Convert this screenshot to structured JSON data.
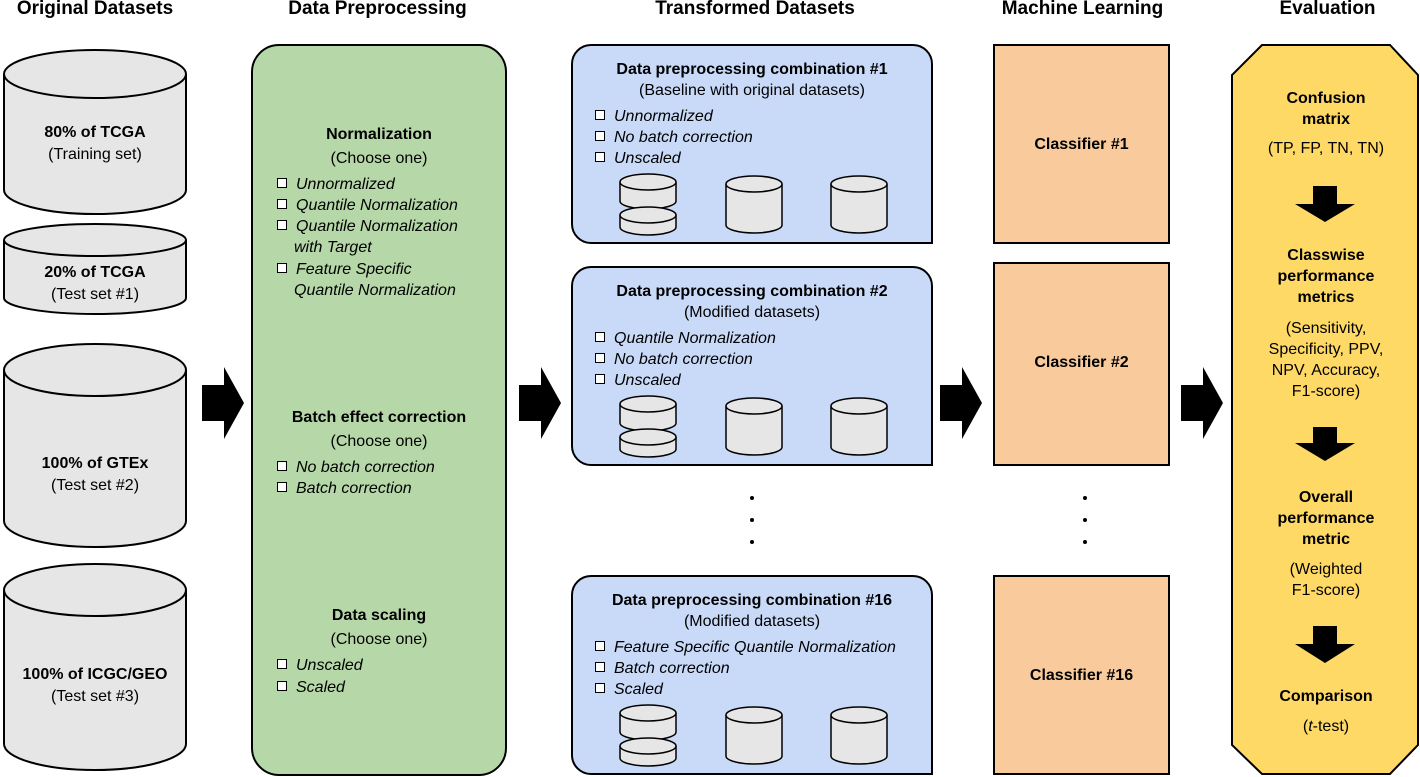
{
  "headers": {
    "original": "Original Datasets",
    "preprocessing": "Data Preprocessing",
    "transformed": "Transformed Datasets",
    "ml": "Machine Learning",
    "evaluation": "Evaluation"
  },
  "datasets": [
    {
      "name": "80% of TCGA",
      "desc": "(Training set)"
    },
    {
      "name": "20% of TCGA",
      "desc": "(Test set #1)"
    },
    {
      "name": "100% of GTEx",
      "desc": "(Test set #2)"
    },
    {
      "name": "100% of ICGC/GEO",
      "desc": "(Test set #3)"
    }
  ],
  "preprocessing": {
    "normalization": {
      "title": "Normalization",
      "choose": "(Choose one)",
      "options": [
        "Unnormalized",
        "Quantile Normalization",
        "Quantile Normalization",
        "with Target",
        "Feature Specific",
        "Quantile Normalization"
      ]
    },
    "batch": {
      "title": "Batch effect correction",
      "choose": "(Choose one)",
      "options": [
        "No batch correction",
        "Batch correction"
      ]
    },
    "scaling": {
      "title": "Data scaling",
      "choose": "(Choose one)",
      "options": [
        "Unscaled",
        "Scaled"
      ]
    }
  },
  "combinations": [
    {
      "title": "Data preprocessing combination #1",
      "subtitle": "(Baseline with original datasets)",
      "options": [
        "Unnormalized",
        "No batch correction",
        "Unscaled"
      ]
    },
    {
      "title": "Data preprocessing combination #2",
      "subtitle": "(Modified datasets)",
      "options": [
        "Quantile Normalization",
        "No batch correction",
        "Unscaled"
      ]
    },
    {
      "title": "Data preprocessing combination #16",
      "subtitle": "(Modified datasets)",
      "options": [
        "Feature Specific Quantile Normalization",
        "Batch correction",
        "Scaled"
      ]
    }
  ],
  "classifiers": [
    "Classifier #1",
    "Classifier #2",
    "Classifier #16"
  ],
  "evaluation": {
    "confusion_title_1": "Confusion",
    "confusion_title_2": "matrix",
    "confusion_desc": "(TP, FP, TN, TN)",
    "classwise_1": "Classwise",
    "classwise_2": "performance",
    "classwise_3": "metrics",
    "classwise_desc_1": "(Sensitivity,",
    "classwise_desc_2": "Specificity, PPV,",
    "classwise_desc_3": "NPV, Accuracy,",
    "classwise_desc_4": "F1-score)",
    "overall_1": "Overall",
    "overall_2": "performance",
    "overall_3": "metric",
    "overall_desc_1": "(Weighted",
    "overall_desc_2": "F1-score)",
    "comparison": "Comparison",
    "comparison_desc_italic": "t",
    "comparison_desc_rest": "-test)"
  },
  "colors": {
    "dataset_fill": "#e6e6e6",
    "preprocessing_fill": "#b6d7a8",
    "combination_fill": "#c9daf8",
    "classifier_fill": "#f9cb9c",
    "evaluation_fill": "#ffd966"
  }
}
